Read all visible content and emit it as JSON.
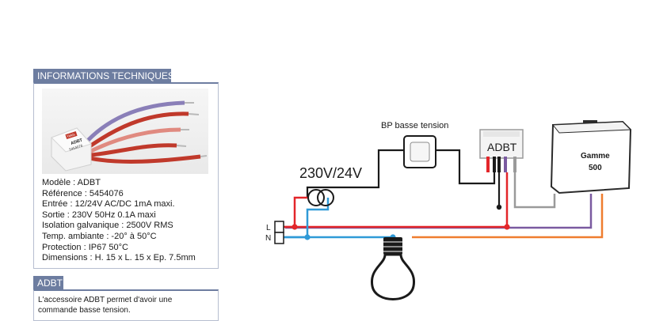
{
  "info_panel": {
    "header": "INFORMATIONS TECHNIQUES",
    "product_photo": {
      "brand_label": "Yokis",
      "model_label": "ADBT",
      "ref_label": "5454076"
    },
    "specs": [
      "Modèle : ADBT",
      "Référence : 5454076",
      "Entrée : 12/24V AC/DC 1mA maxi.",
      "Sortie : 230V 50Hz 0.1A maxi",
      "Isolation galvanique : 2500V RMS",
      "Temp. ambiante : -20° à 50°C",
      "Protection : IP67 50°C",
      "Dimensions : H. 15 x L. 15 x Ep. 7.5mm"
    ]
  },
  "adbt_panel": {
    "header": "ADBT",
    "description_line1": "L'accessoire ADBT permet d'avoir une",
    "description_line2": "commande basse tension."
  },
  "diagram": {
    "pushbutton_label": "BP basse tension",
    "voltage_label": "230V/24V",
    "adbt_label": "ADBT",
    "module_label_line1": "Gamme",
    "module_label_line2": "500",
    "line_label": "L",
    "neutral_label": "N",
    "wire_colors": {
      "phase": "#e3262a",
      "neutral": "#2f9ad7",
      "low_voltage": "#1a1a1a",
      "grey": "#9a9a9a",
      "purple": "#7a5aa0",
      "orange": "#ef7d2f"
    }
  }
}
